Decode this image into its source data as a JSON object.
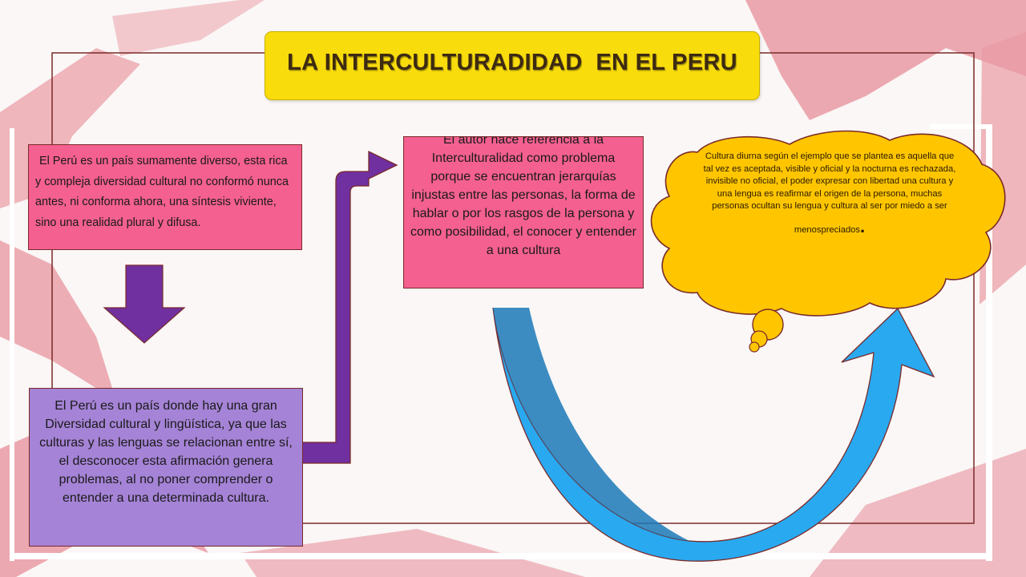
{
  "title": "LA INTERCULTURADIDAD  EN EL PERU",
  "boxes": {
    "diversity": "El Perú es un país sumamente diverso, esta rica y compleja diversidad cultural no conformó nunca antes, ni conforma ahora, una síntesis viviente, sino una realidad plural y difusa.",
    "peru": "El Perú es un país donde hay una gran Diversidad cultural y lingüística, ya que las culturas y las lenguas se relacionan entre sí, el desconocer esta afirmación genera problemas, al no poner comprender o entender a una determinada cultura.",
    "author": "El autor hace referencia a la Interculturalidad como problema porque se encuentran jerarquías injustas entre las personas, la forma de hablar o por los rasgos de la persona y como posibilidad, el conocer y entender a una cultura",
    "cloud": "Cultura diurna según el ejemplo que se plantea es aquella que tal vez es aceptada, visible y oficial y la nocturna es rechazada, invisible no oficial, el poder expresar con libertad una cultura y una lengua es reafirmar el origen de la persona, muchas personas ocultan su lengua y cultura al ser por miedo a ser",
    "cloud_last": "menospreciados",
    "cloud_end": "."
  },
  "colors": {
    "title_bg": "#f9dc0b",
    "pink_box": "#f4608f",
    "purple_box": "#a583d6",
    "purple_arrow": "#7030a0",
    "cloud": "#ffc600",
    "blue_arrow": "#0fa0f0",
    "dark_blue_arrow": "#1a79b8",
    "background_stripes": "#e99aa4"
  }
}
